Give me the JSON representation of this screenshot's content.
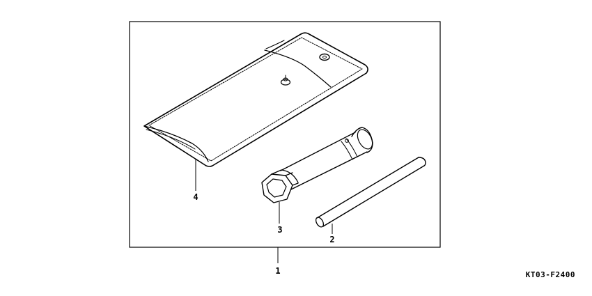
{
  "callouts": {
    "set": "1",
    "bar": "2",
    "wrench": "3",
    "bag": "4"
  },
  "reference_code": "KT03-F2400",
  "colors": {
    "line": "#000000",
    "background": "#ffffff"
  }
}
